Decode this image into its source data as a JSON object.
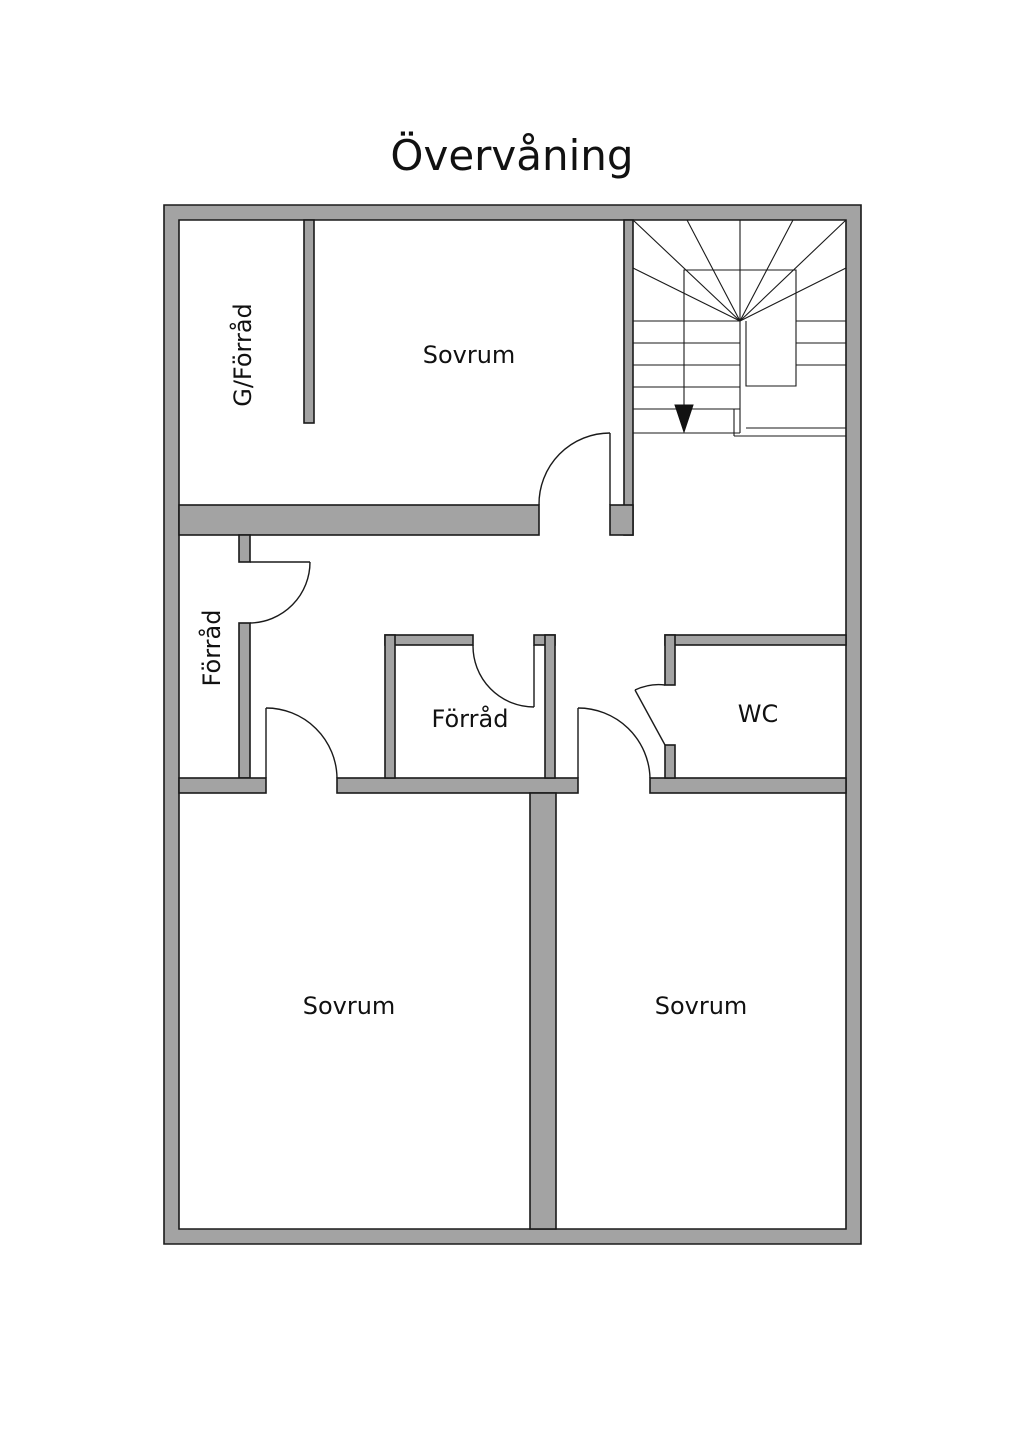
{
  "title": "Övervåning",
  "rooms": {
    "garage_storage": "G/Förråd",
    "bedroom_top": "Sovrum",
    "storage_left": "Förråd",
    "storage_center": "Förråd",
    "wc": "WC",
    "bedroom_bottom_left": "Sovrum",
    "bedroom_bottom_right": "Sovrum"
  },
  "colors": {
    "wall_fill": "#a3a3a3",
    "line": "#1a1a1a",
    "background": "#ffffff"
  }
}
